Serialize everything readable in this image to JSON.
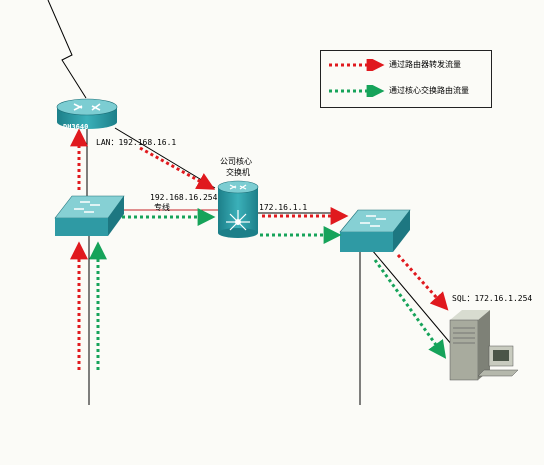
{
  "legend": {
    "router_path": "通过路由器转发流量",
    "core_switch_path": "通过核心交换路由流量"
  },
  "devices": {
    "router": {
      "name": "DH3640",
      "lan_label": "LAN：192.168.16.1"
    },
    "core_switch": {
      "title_line1": "公司核心",
      "title_line2": "交换机",
      "ip_left": "192.168.16.254",
      "ip_right": "172.16.1.1"
    },
    "access_link_label": "专线",
    "sql_server": {
      "label": "SQL：172.16.1.254"
    }
  },
  "colors": {
    "router_path": "#e0191e",
    "core_switch_path": "#16a35a",
    "device_body": "#2f9aa4",
    "device_top": "#6fc6cc"
  }
}
